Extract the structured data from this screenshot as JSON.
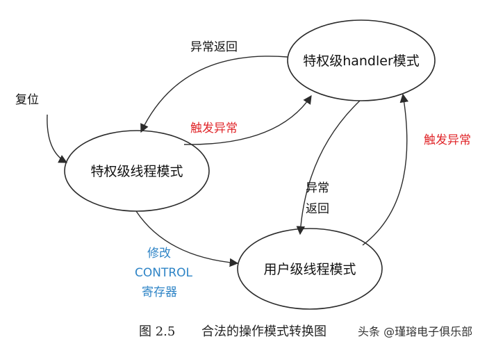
{
  "nodes": {
    "handler_mode": "特权级handler模式",
    "thread_priv": "特权级线程模式",
    "thread_user": "用户级线程模式"
  },
  "labels": {
    "reset": "复位",
    "exc_return_top": "异常返回",
    "trigger_exc_mid": "触发异常",
    "trigger_exc_right": "触发异常",
    "exc_return_mid_line1": "异常",
    "exc_return_mid_line2": "返回",
    "modify_line1": "修改",
    "modify_line2": "CONTROL",
    "modify_line3": "寄存器"
  },
  "caption": {
    "fig_no": "图 2.5",
    "text": "合法的操作模式转换图",
    "watermark": "头条 @瑾瑢电子俱乐部"
  },
  "colors": {
    "red": "#e0262a",
    "blue": "#2e84c6",
    "line": "#2b2b2b"
  }
}
